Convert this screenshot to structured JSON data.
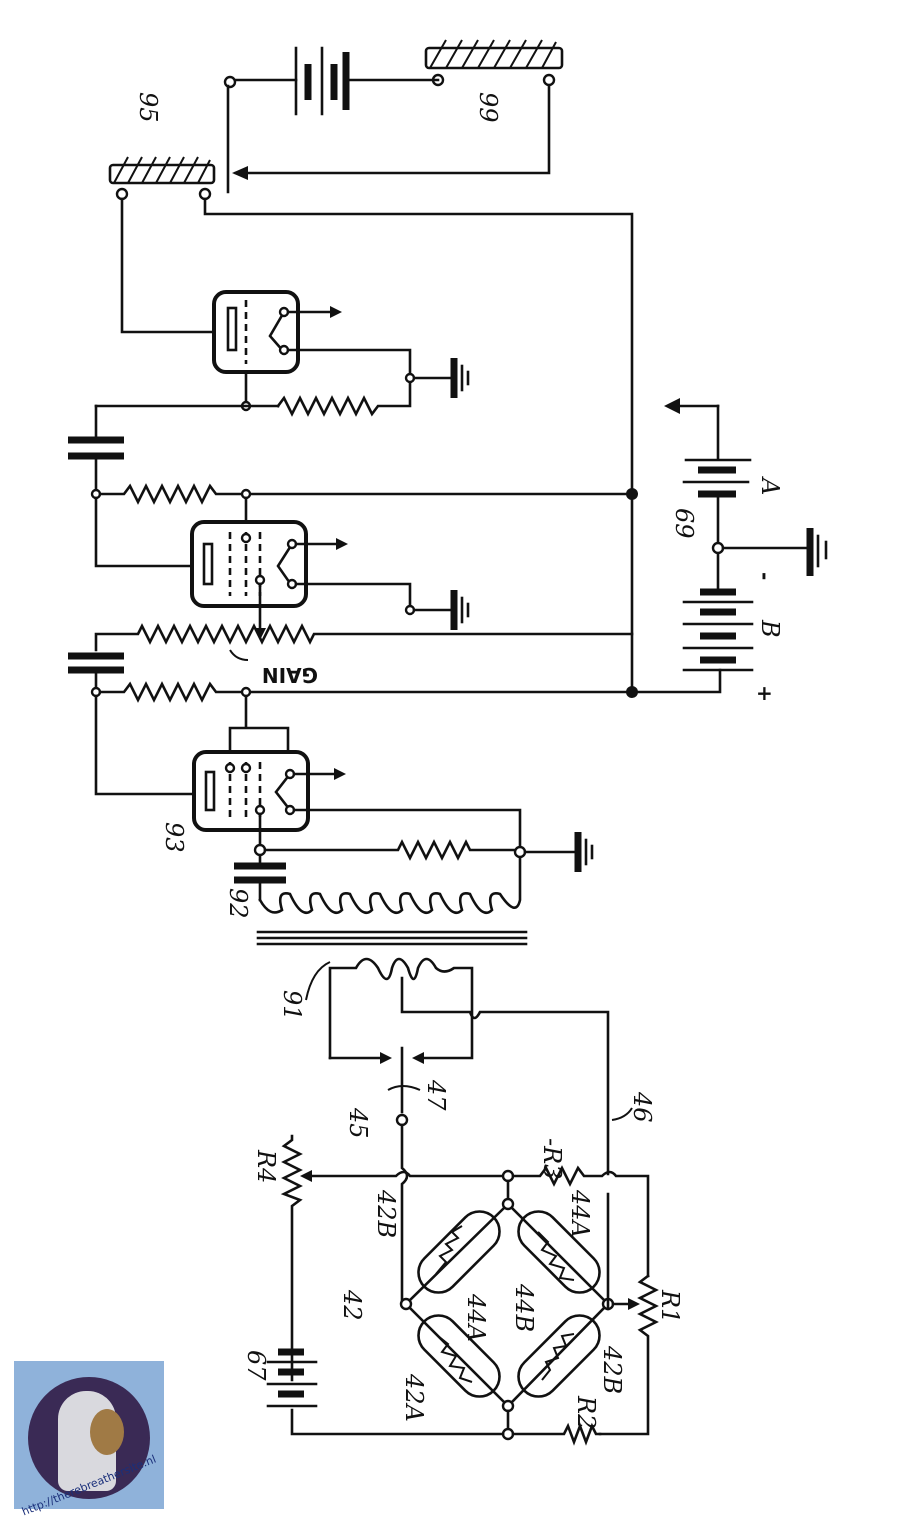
{
  "diagram": {
    "type": "circuit-schematic",
    "orientation": "rotated 90 degrees",
    "components": {
      "relay_95": {
        "label": "95"
      },
      "relay_99": {
        "label": "99"
      },
      "battery_69": {
        "label": "69",
        "cell_a": "A",
        "cell_b": "B",
        "plus": "+",
        "minus": "-"
      },
      "gain_control": {
        "label": "GAIN"
      },
      "tube_93": {
        "label": "93"
      },
      "transformer_92": {
        "label": "92"
      },
      "transformer_91": {
        "label": "91"
      },
      "contact_47": {
        "label": "47"
      },
      "lead_45": {
        "label": "45"
      },
      "lead_46": {
        "label": "46"
      },
      "battery_67": {
        "label": "67"
      },
      "rheostat_r4": {
        "label": "R4"
      },
      "resistor_r3": {
        "label": "-R3"
      },
      "resistor_r2": {
        "label": "R2"
      },
      "rheostat_r1": {
        "label": "R1"
      },
      "bridge_42": {
        "label": "42"
      },
      "element_42a": {
        "label": "42A"
      },
      "element_42b_top": {
        "label": "42B"
      },
      "element_42b_bottom": {
        "label": "42B"
      },
      "element_44a_left": {
        "label": "44A"
      },
      "element_44a_right": {
        "label": "44A"
      },
      "element_44b": {
        "label": "44B"
      }
    }
  },
  "watermark": {
    "text": "http://therebreathersite.nl",
    "colors": {
      "background": "#8fb2da",
      "disc": "#3a2a55",
      "text": "#1a2f7a"
    }
  }
}
